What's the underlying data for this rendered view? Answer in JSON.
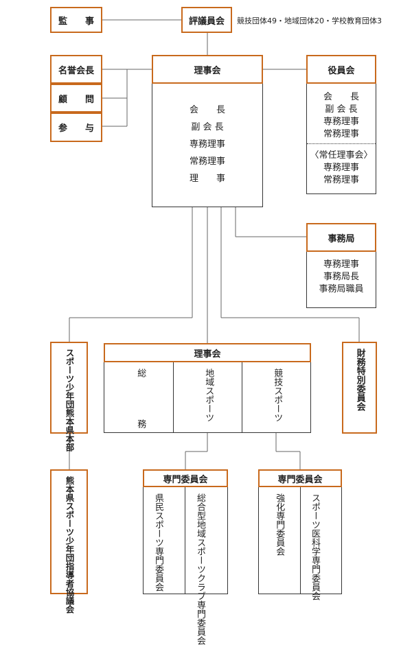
{
  "kansa": "監　事",
  "hyogiin": {
    "title": "評議員会",
    "note": "競技団体49・地域団体20・学校教育団体3"
  },
  "meiyo": {
    "rows": [
      "名誉会長",
      "顧　　問",
      "参　　与"
    ]
  },
  "rijikai": {
    "title": "理事会",
    "members": [
      "会　　長",
      "副 会 長",
      "専務理事",
      "常務理事",
      "理　　事"
    ]
  },
  "yakuinkai": {
    "title": "役員会",
    "members": [
      "会　　長",
      "副 会 長",
      "専務理事",
      "常務理事"
    ],
    "sub_title": "〈常任理事会〉",
    "sub_members": [
      "専務理事",
      "常務理事"
    ]
  },
  "jimukyoku": {
    "title": "事務局",
    "members": [
      "専務理事",
      "事務局長",
      "事務局職員"
    ]
  },
  "sports_shonen": "スポーツ少年団熊本県本部",
  "shidosha": "熊本県スポーツ少年団指導者協議会",
  "zaimu": "財務特別委員会",
  "rijikai2": {
    "title": "理事会",
    "col1_top": "総",
    "col1_bottom": "務",
    "col2": "地域スポーツ",
    "col3": "競技スポーツ"
  },
  "senmon1": {
    "title": "専門委員会",
    "left": "県民スポーツ専門委員会",
    "right": "総合型地域スポーツクラブ専門委員会"
  },
  "senmon2": {
    "title": "専門委員会",
    "left": "強化専門委員会",
    "right": "スポーツ医科学専門委員会"
  },
  "colors": {
    "accent": "#c8691c",
    "line": "#333333"
  }
}
